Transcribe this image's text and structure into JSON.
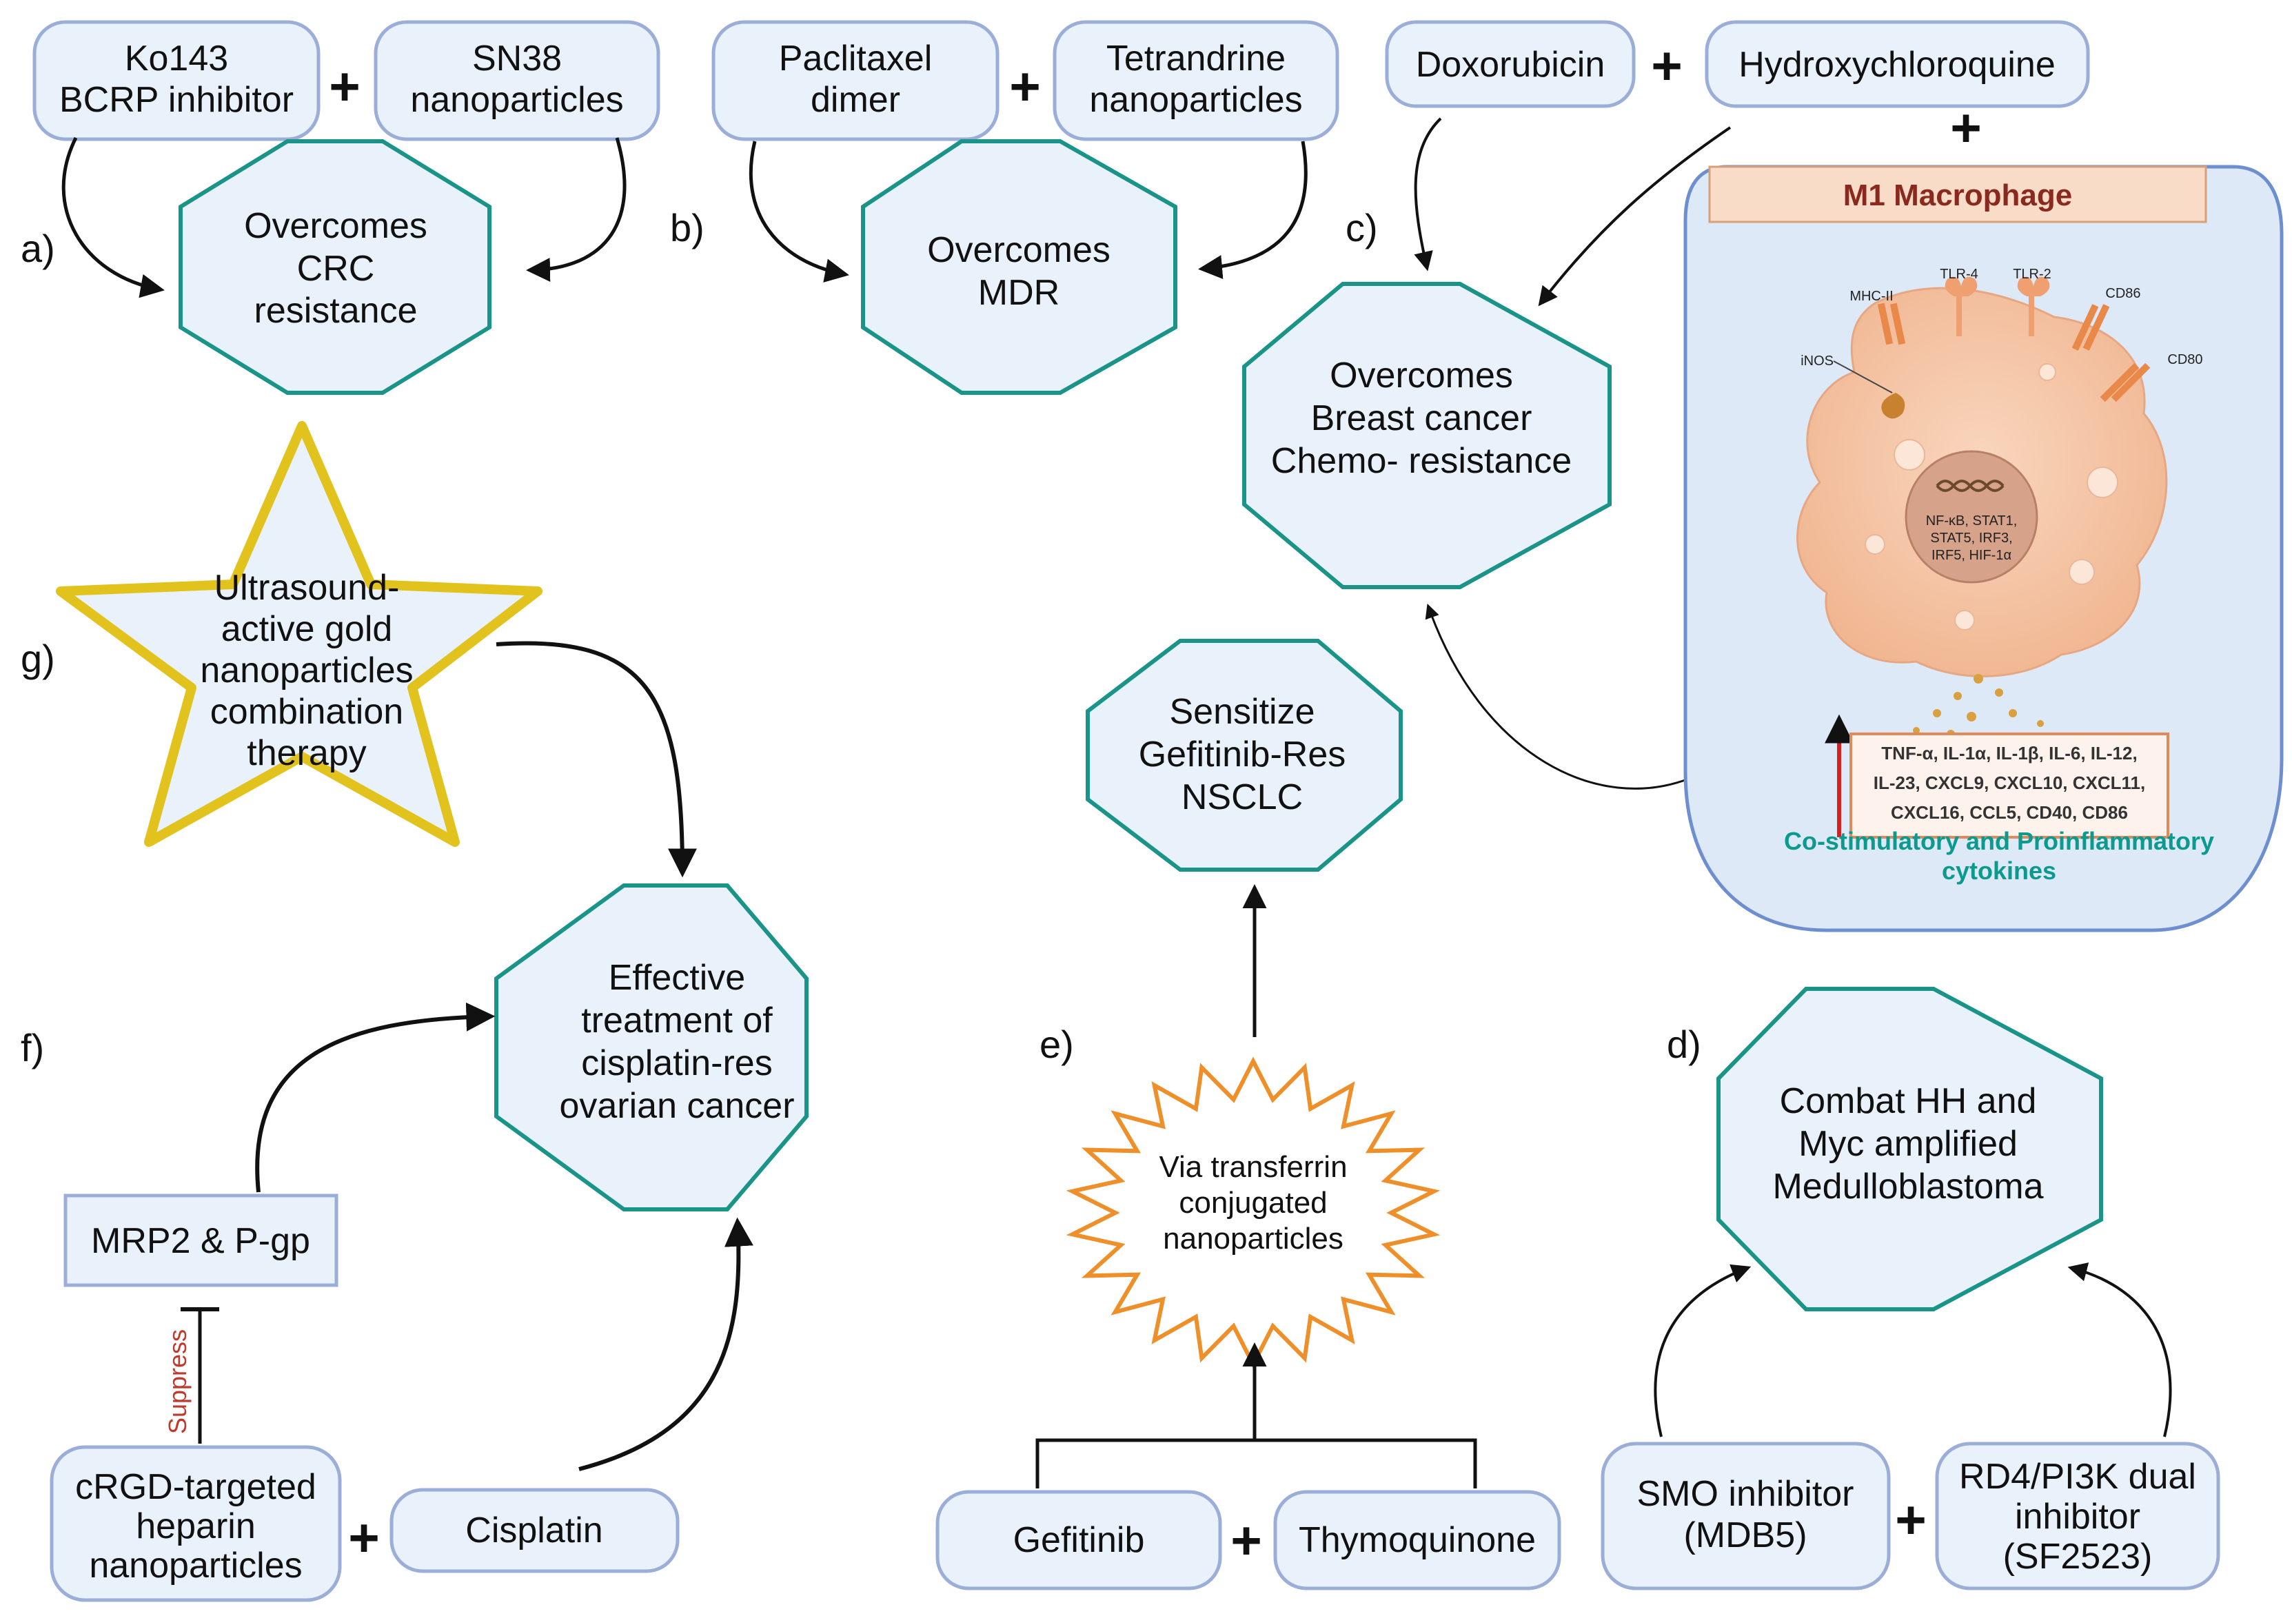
{
  "panels": {
    "a": {
      "label": "a)",
      "drug1": [
        "Ko143",
        "BCRP inhibitor"
      ],
      "drug2": [
        "SN38",
        "nanoparticles"
      ],
      "outcome": [
        "Overcomes",
        "CRC",
        "resistance"
      ]
    },
    "b": {
      "label": "b)",
      "drug1": [
        "Paclitaxel",
        "dimer"
      ],
      "drug2": [
        "Tetrandrine",
        "nanoparticles"
      ],
      "outcome": [
        "Overcomes",
        "MDR"
      ]
    },
    "c": {
      "label": "c)",
      "drug1": "Doxorubicin",
      "drug2": "Hydroxychloroquine",
      "outcome": [
        "Overcomes",
        "Breast cancer",
        "Chemo- resistance"
      ],
      "macrophage": {
        "title": "M1 Macrophage",
        "receptors": [
          "MHC-II",
          "TLR-4",
          "TLR-2",
          "CD86",
          "CD80",
          "iNOS"
        ],
        "nucleus": [
          "NF-κB, STAT1,",
          "STAT5, IRF3,",
          "IRF5, HIF-1α"
        ],
        "cytokines": [
          "TNF-α, IL-1α, IL-1β, IL-6, IL-12,",
          "IL-23, CXCL9, CXCL10, CXCL11,",
          "CXCL16, CCL5, CD40, CD86"
        ],
        "caption": [
          "Co-stimulatory and Proinflammatory",
          "cytokines"
        ]
      }
    },
    "d": {
      "label": "d)",
      "drug1": [
        "SMO inhibitor",
        "(MDB5)"
      ],
      "drug2": [
        "RD4/PI3K dual",
        "inhibitor",
        "(SF2523)"
      ],
      "outcome": [
        "Combat HH and",
        "Myc amplified",
        "Medulloblastoma"
      ]
    },
    "e": {
      "label": "e)",
      "drug1": "Gefitinib",
      "drug2": "Thymoquinone",
      "via": [
        "Via transferrin",
        "conjugated",
        "nanoparticles"
      ],
      "outcome": [
        "Sensitize",
        "Gefitinib-Res",
        "NSCLC"
      ]
    },
    "f": {
      "label": "f)",
      "drug1": [
        "cRGD-targeted",
        "heparin",
        "nanoparticles"
      ],
      "drug2": "Cisplatin",
      "target": "MRP2 & P-gp",
      "suppress": "Suppress",
      "outcome": [
        "Effective",
        "treatment of",
        "cisplatin-res",
        "ovarian cancer"
      ]
    },
    "g": {
      "label": "g)",
      "therapy": [
        "Ultrasound-",
        "active gold",
        "nanoparticles",
        "combination",
        "therapy"
      ]
    }
  },
  "plus": "+",
  "colors": {
    "box_fill": "#e9f1fb",
    "box_stroke": "#9aaed8",
    "octagon_stroke": "#1a9488",
    "star_stroke": "#e2c21c",
    "burst_stroke": "#ee8f2a",
    "cell_fill": "#f4c2a1",
    "m1_fill": "#f8dcc8",
    "teal_text": "#0c9a8f"
  }
}
